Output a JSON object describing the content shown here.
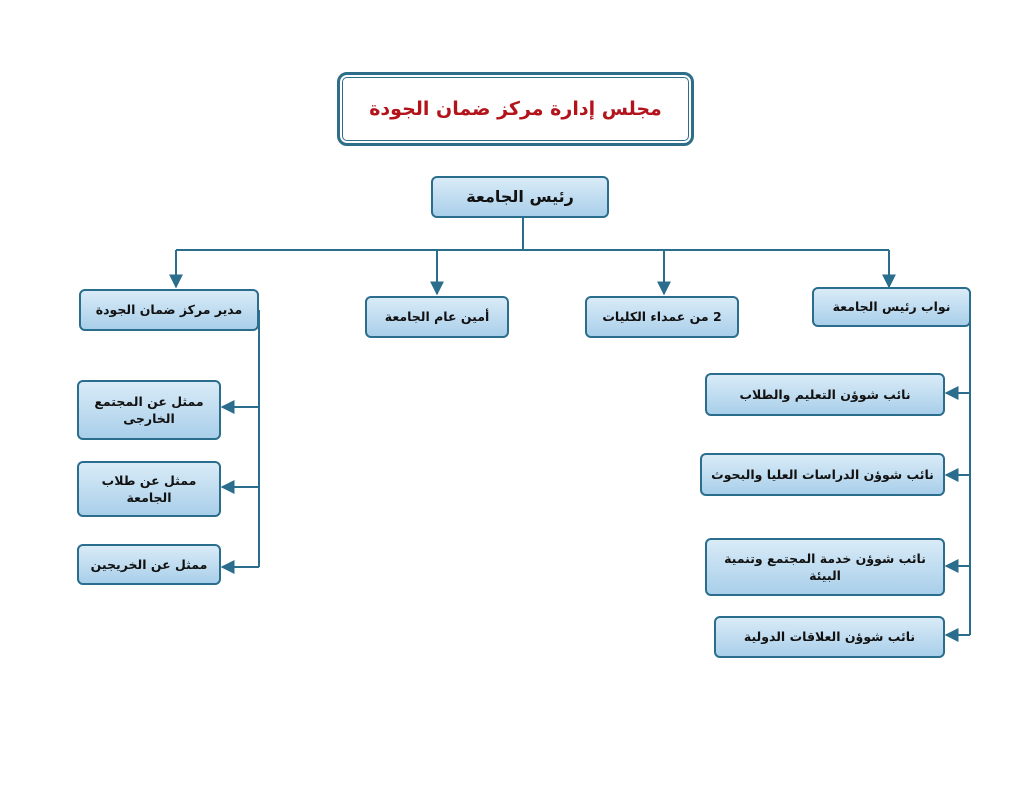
{
  "title": "مجلس إدارة مركز ضمان الجودة",
  "president": "رئيس الجامعة",
  "level1": {
    "deputies": "نواب رئيس الجامعة",
    "deans": "2 من عمداء الكليات",
    "secretary": "أمين عام الجامعة",
    "director": "مدير مركز ضمان الجودة"
  },
  "deputies_children": [
    "نائب شوؤن التعليم والطلاب",
    "نائب شوؤن الدراسات العليا والبحوث",
    "نائب شوؤن خدمة المجتمع وتنمية البيئة",
    "نائب شوؤن العلاقات الدولية"
  ],
  "director_children": [
    "ممثل عن المجتمع الخارجى",
    "ممثل عن طلاب الجامعة",
    "ممثل عن الخريجين"
  ],
  "colors": {
    "title_text": "#b3131b",
    "title_border": "#2e6e8a",
    "node_border": "#2b6d8c",
    "node_fill_top": "#d9ebf7",
    "node_fill_bottom": "#a9cfea",
    "connector": "#2b6d8c"
  }
}
